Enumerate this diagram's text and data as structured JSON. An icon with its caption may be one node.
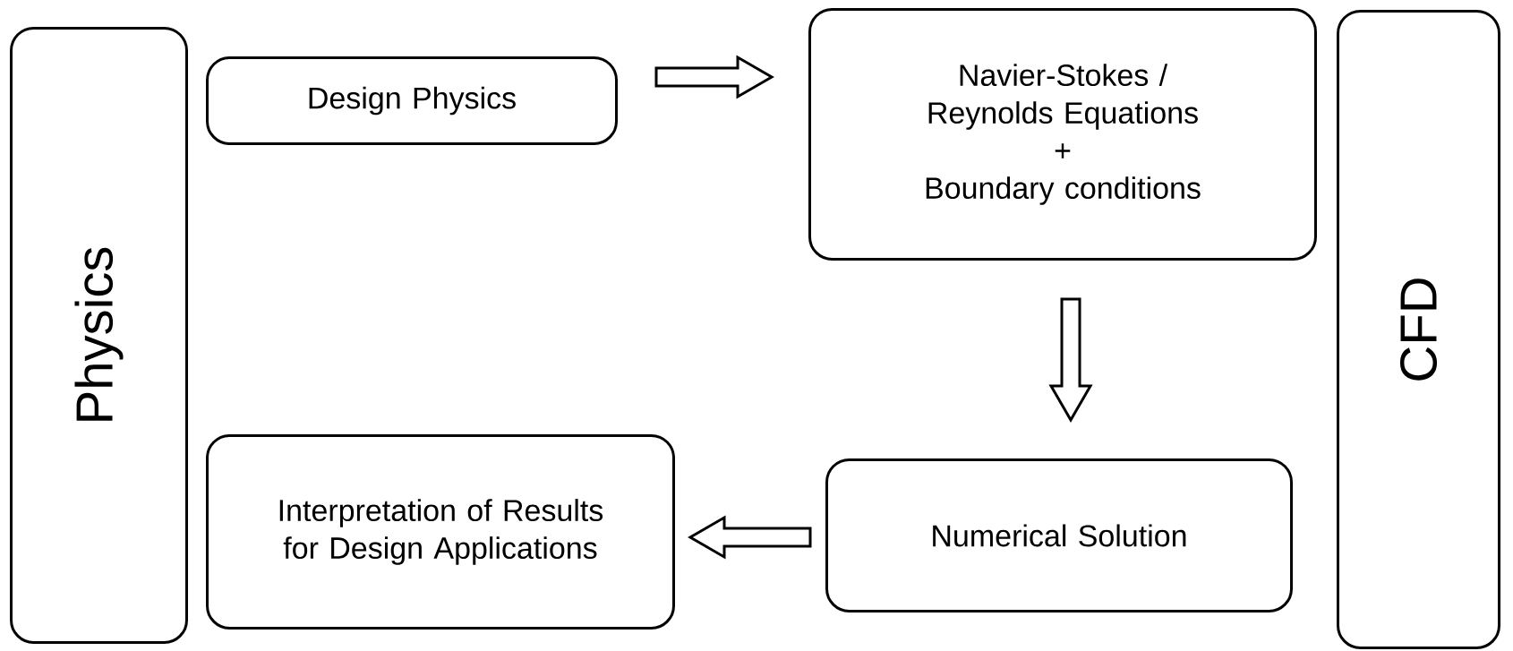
{
  "diagram": {
    "nodes": [
      {
        "text": [
          "Physics"
        ]
      },
      {
        "text": [
          "Design Physics"
        ]
      },
      {
        "text": [
          "Navier-Stokes / Reynolds Equations",
          "+",
          "Boundary conditions"
        ]
      },
      {
        "text": [
          "CFD"
        ]
      },
      {
        "text": [
          "Interpretation of Results for Design Applications"
        ]
      },
      {
        "text": [
          "Numerical Solution"
        ]
      }
    ],
    "edges": [
      {
        "from": 1,
        "to": 2,
        "arrow": "to"
      },
      {
        "from": 2,
        "to": 5,
        "arrow": "to"
      },
      {
        "from": 5,
        "to": 4,
        "arrow": "to"
      }
    ]
  }
}
